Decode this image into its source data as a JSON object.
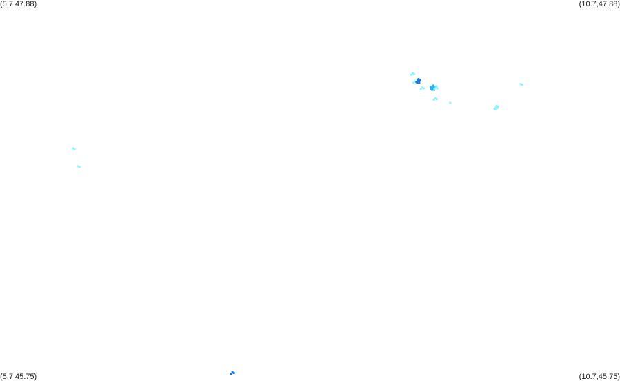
{
  "corners": {
    "top_left": "(5.7,47.88)",
    "top_right": "(10.7,47.88)",
    "bottom_left": "(5.7,45.75)",
    "bottom_right": "(10.7,45.75)"
  },
  "bounds": {
    "lon_min": 5.7,
    "lon_max": 10.7,
    "lat_min": 45.75,
    "lat_max": 47.88
  },
  "colors": {
    "background": "#ffffff",
    "light": "#8ff3ff",
    "medium": "#2bb3f0",
    "dark": "#1a78d8"
  },
  "clusters": [
    {
      "lon": 9.027,
      "lat": 47.47,
      "intensity": "light",
      "count": 3
    },
    {
      "lon": 9.047,
      "lat": 47.425,
      "intensity": "light",
      "count": 3
    },
    {
      "lon": 9.07,
      "lat": 47.43,
      "intensity": "dark",
      "count": 7
    },
    {
      "lon": 9.105,
      "lat": 47.39,
      "intensity": "light",
      "count": 3
    },
    {
      "lon": 9.19,
      "lat": 47.39,
      "intensity": "medium",
      "count": 9
    },
    {
      "lon": 9.215,
      "lat": 47.39,
      "intensity": "light",
      "count": 4
    },
    {
      "lon": 9.21,
      "lat": 47.33,
      "intensity": "light",
      "count": 3
    },
    {
      "lon": 9.33,
      "lat": 47.305,
      "intensity": "light",
      "count": 1
    },
    {
      "lon": 9.7,
      "lat": 47.28,
      "intensity": "light",
      "count": 6
    },
    {
      "lon": 9.9,
      "lat": 47.41,
      "intensity": "light",
      "count": 2
    },
    {
      "lon": 6.29,
      "lat": 47.05,
      "intensity": "light",
      "count": 2
    },
    {
      "lon": 6.33,
      "lat": 46.95,
      "intensity": "light",
      "count": 2
    },
    {
      "lon": 7.575,
      "lat": 45.798,
      "intensity": "dark",
      "count": 3
    }
  ]
}
